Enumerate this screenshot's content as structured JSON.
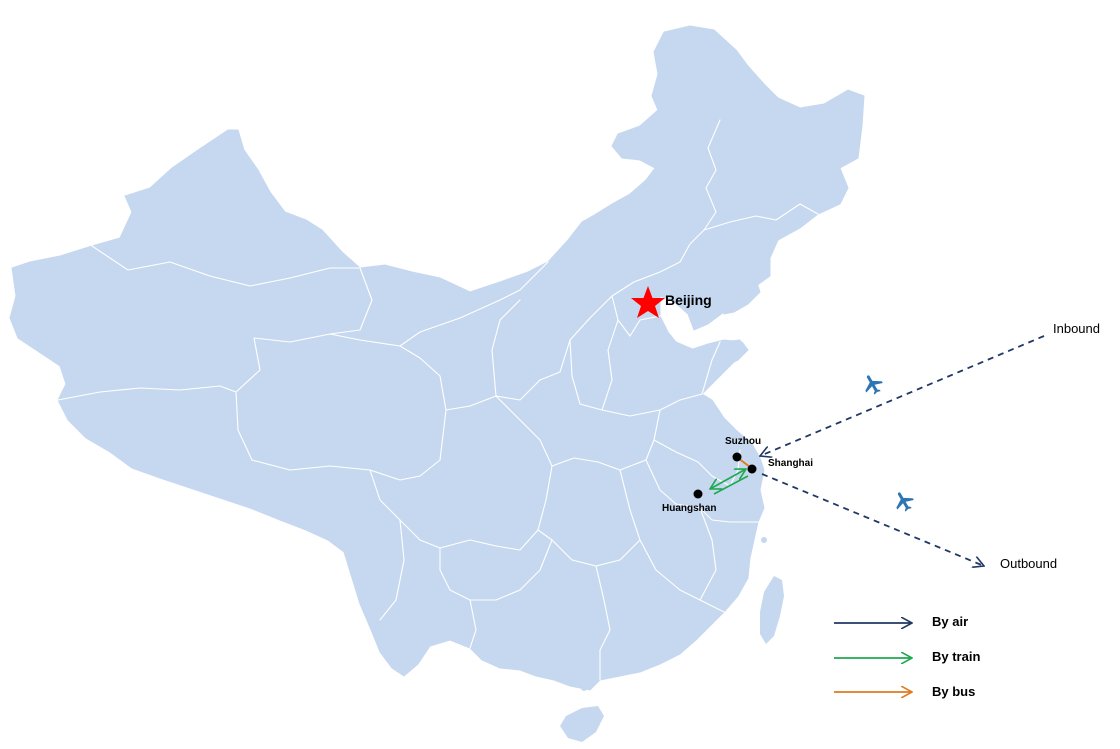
{
  "map": {
    "capital": {
      "label": "Beijing",
      "marker": "star-icon",
      "color": "#ff0000"
    },
    "cities": [
      {
        "id": "suzhou",
        "label": "Suzhou"
      },
      {
        "id": "shanghai",
        "label": "Shanghai"
      },
      {
        "id": "huangshan",
        "label": "Huangshan"
      }
    ],
    "routes": [
      {
        "type": "air",
        "direction": "Inbound",
        "icon": "airplane-icon"
      },
      {
        "type": "air",
        "direction": "Outbound",
        "icon": "airplane-icon"
      },
      {
        "type": "train",
        "from": "Shanghai",
        "to": "Huangshan"
      },
      {
        "type": "bus",
        "from": "Suzhou",
        "to": "Shanghai"
      }
    ],
    "colors": {
      "land": "#c6d8ef",
      "borders": "#ffffff",
      "air": "#1f3864",
      "train": "#1fa84f",
      "bus": "#e07a1f",
      "plane_icon": "#2e75b6"
    }
  },
  "legend": {
    "items": [
      {
        "label": "By air",
        "color": "#1f3864"
      },
      {
        "label": "By train",
        "color": "#1fa84f"
      },
      {
        "label": "By bus",
        "color": "#e07a1f"
      }
    ]
  }
}
